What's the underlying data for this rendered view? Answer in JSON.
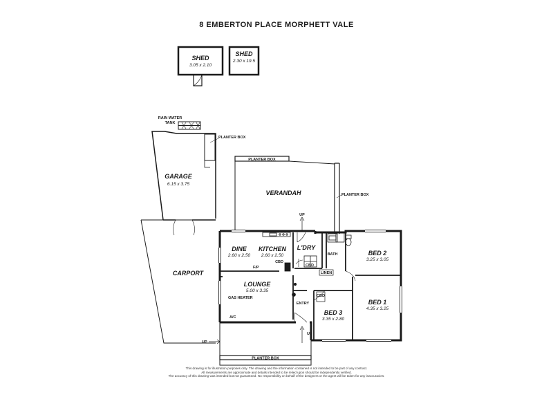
{
  "title": "8 EMBERTON PLACE MORPHETT VALE",
  "rooms": {
    "shed1": {
      "name": "SHED",
      "dims": "3.05 x 2.10"
    },
    "shed2": {
      "name": "SHED",
      "dims": "2.30 x 19.5"
    },
    "garage": {
      "name": "GARAGE",
      "dims": "6.15 x 3.75"
    },
    "verandah": {
      "name": "VERANDAH"
    },
    "carport": {
      "name": "CARPORT"
    },
    "dine": {
      "name": "DINE",
      "dims": "2.60 x 2.50"
    },
    "kitchen": {
      "name": "KITCHEN",
      "dims": "2.60 x 2.50"
    },
    "laundry": {
      "name": "L'DRY"
    },
    "bath": {
      "name": "BATH"
    },
    "bed2": {
      "name": "BED 2",
      "dims": "3.25 x 3.05"
    },
    "bed1": {
      "name": "BED 1",
      "dims": "4.35 x 3.25"
    },
    "bed3": {
      "name": "BED 3",
      "dims": "3.35 x 2.80"
    },
    "lounge": {
      "name": "LOUNGE",
      "dims": "5.00 x 3.35"
    },
    "entry": {
      "name": "ENTRY"
    }
  },
  "labels": {
    "rain_tank_1": "RAIN WATER",
    "rain_tank_2": "TANK",
    "planter_box": "PLANTER BOX",
    "up": "UP",
    "cbd": "CBD",
    "linen": "LINEN",
    "gas_heater": "GAS HEATER",
    "ac": "A/C",
    "fp": "F/P"
  },
  "disclaimer": [
    "This drawing is for illustration purposes only. The drawing and the information contained is not intended to be part of any contract.",
    "All measurements are approximate and details intended to be relied upon should be independently verified.",
    "The accuracy of this drawing was intended but not guaranteed. No responsibility on behalf of the designers or the agent will be taken for any inaccuracies."
  ]
}
